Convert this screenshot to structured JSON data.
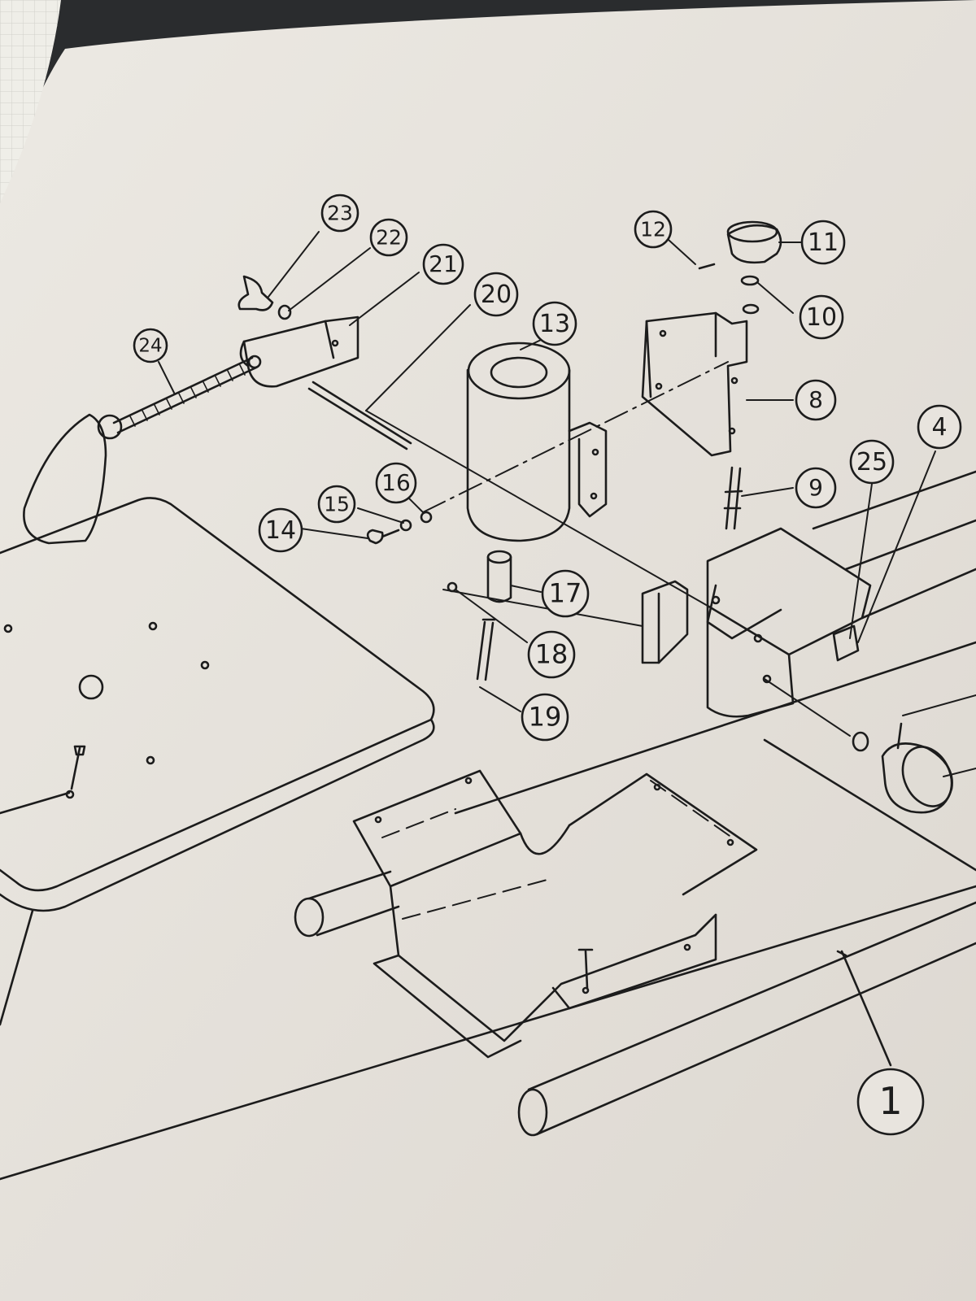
{
  "diagram": {
    "type": "exploded-parts-view",
    "callouts": [
      {
        "id": "c1",
        "label": "1"
      },
      {
        "id": "c4",
        "label": "4"
      },
      {
        "id": "c8",
        "label": "8"
      },
      {
        "id": "c9",
        "label": "9"
      },
      {
        "id": "c10",
        "label": "10"
      },
      {
        "id": "c11",
        "label": "11"
      },
      {
        "id": "c12",
        "label": "12"
      },
      {
        "id": "c13",
        "label": "13"
      },
      {
        "id": "c14",
        "label": "14"
      },
      {
        "id": "c15",
        "label": "15"
      },
      {
        "id": "c16",
        "label": "16"
      },
      {
        "id": "c17",
        "label": "17"
      },
      {
        "id": "c18",
        "label": "18"
      },
      {
        "id": "c19",
        "label": "19"
      },
      {
        "id": "c20",
        "label": "20"
      },
      {
        "id": "c21",
        "label": "21"
      },
      {
        "id": "c22",
        "label": "22"
      },
      {
        "id": "c23",
        "label": "23"
      },
      {
        "id": "c24",
        "label": "24"
      },
      {
        "id": "c25",
        "label": "25"
      }
    ]
  },
  "colors": {
    "paper": "#e6e2dc",
    "ink": "#1c1c1c",
    "page_shadow": "#2a2c2e",
    "left_page": "#efeee8"
  }
}
